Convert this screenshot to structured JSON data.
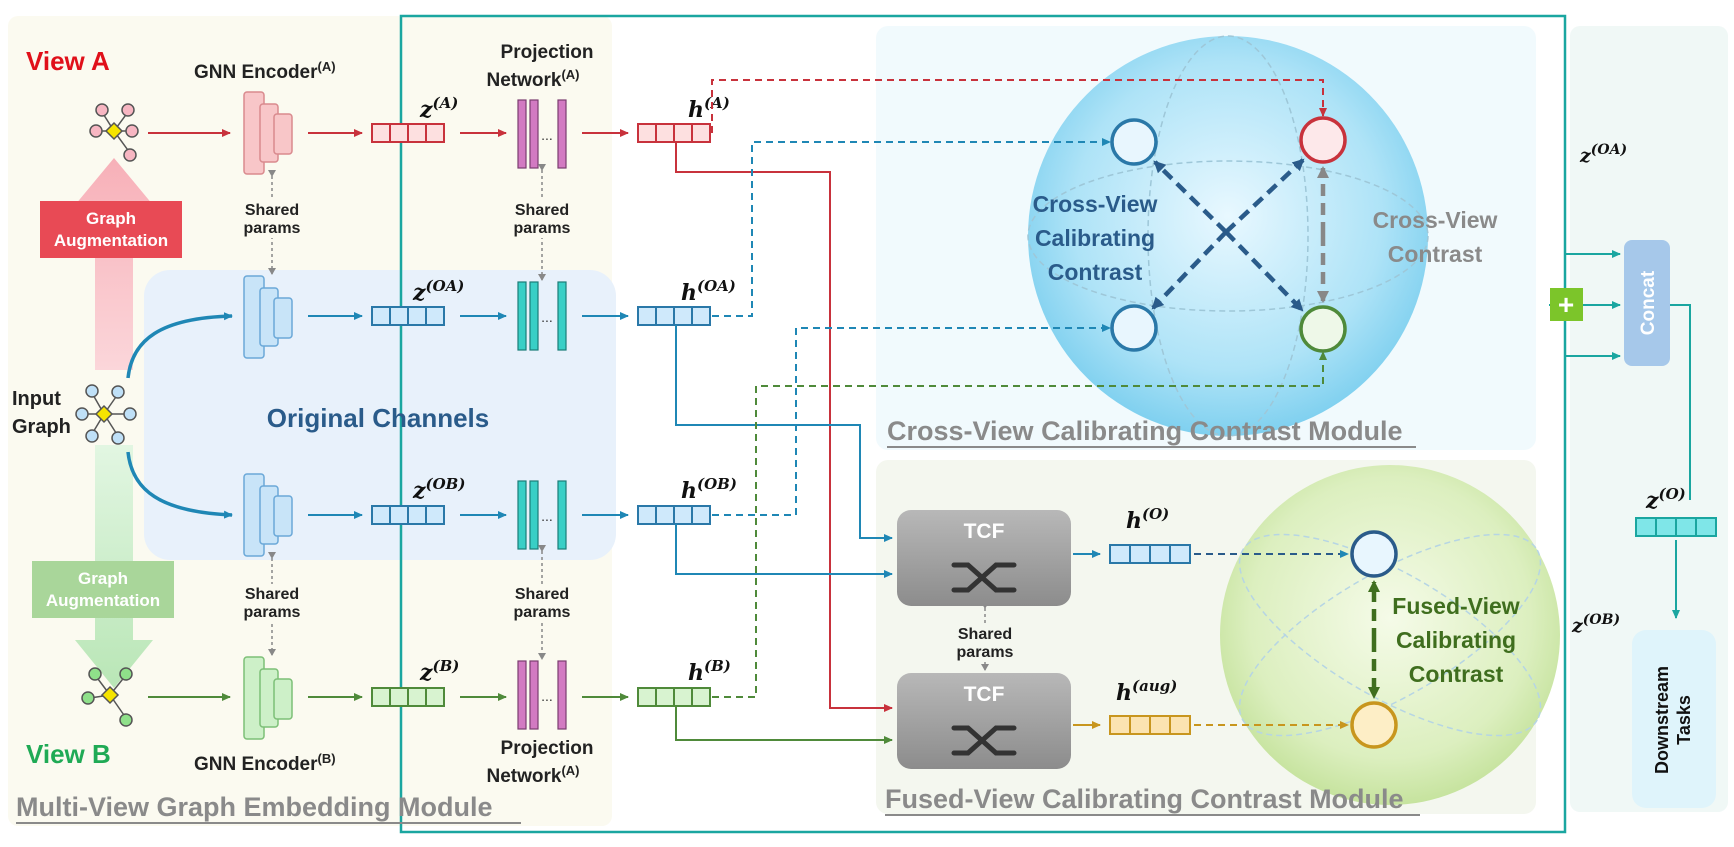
{
  "view_a": "View A",
  "view_b": "View B",
  "input_graph": [
    "Input",
    "Graph"
  ],
  "graph_augmentation": [
    "Graph",
    "Augmentation"
  ],
  "gnn_encoder_a": {
    "base": "GNN Encoder",
    "sup": "(A)"
  },
  "gnn_encoder_b": {
    "base": "GNN Encoder",
    "sup": "(B)"
  },
  "projection_top": {
    "line1": "Projection",
    "line2": "Network",
    "sup": "(A)"
  },
  "projection_bottom": {
    "line1": "Projection",
    "line2": "Network",
    "sup": "(A)"
  },
  "shared_params": [
    "Shared",
    "params"
  ],
  "original_channels": "Original Channels",
  "ellipsis": "...",
  "z": {
    "a": "(A)",
    "oa": "(OA)",
    "ob": "(OB)",
    "b": "(B)",
    "o": "(O)"
  },
  "h": {
    "a": "(A)",
    "oa": "(OA)",
    "ob": "(OB)",
    "b": "(B)",
    "o": "(O)",
    "aug": "(aug)"
  },
  "var_z": "z",
  "var_h": "h",
  "tcf": "TCF",
  "cross_view_calibrating": [
    "Cross-View",
    "Calibrating",
    "Contrast"
  ],
  "cross_view_contrast": [
    "Cross-View",
    "Contrast"
  ],
  "fused_view_calibrating": [
    "Fused-View",
    "Calibrating",
    "Contrast"
  ],
  "module_multi_view": "Multi-View Graph Embedding Module",
  "module_cross_view": "Cross-View Calibrating Contrast Module",
  "module_fused_view": "Fused-View Calibrating Contrast Module",
  "concat": "Concat",
  "plus": "+",
  "downstream": [
    "Downstream",
    "Tasks"
  ],
  "colors": {
    "red": "#c8323c",
    "blue": "#1f87b5",
    "green": "#4f8a3a",
    "teal": "#1aa6a0",
    "orange": "#c8961e",
    "title_red": "#e0101a",
    "title_green": "#1faa55",
    "module_gray": "#8a8a8a",
    "cross_text": "#2a5b8a",
    "fused_text": "#3f6e1e"
  }
}
